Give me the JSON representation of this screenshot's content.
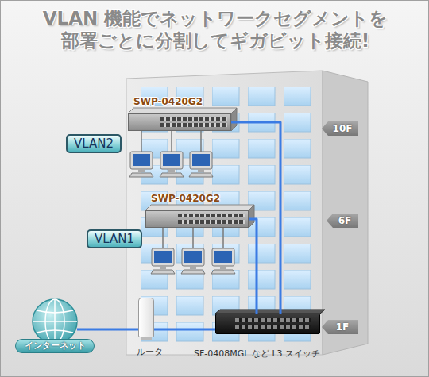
{
  "diagram": {
    "title": "VLAN 機能でネットワークセグメントを 部署ごとに分割してギガビット接続!",
    "nodes": [
      {
        "text": [
          "SWP-0420G2"
        ]
      },
      {
        "text": [
          "VLAN2"
        ]
      },
      {
        "text": [
          "10F"
        ]
      },
      {
        "text": [
          "SWP-0420G2"
        ]
      },
      {
        "text": [
          "VLAN1"
        ]
      },
      {
        "text": [
          "6F"
        ]
      },
      {
        "text": [
          "インターネット"
        ]
      },
      {
        "text": [
          "ルータ"
        ]
      },
      {
        "text": [
          "1F"
        ]
      },
      {
        "text": [
          "SF-0408MGL など L3 スイッチ"
        ]
      }
    ],
    "edges": [
      {
        "from": 6,
        "to": 7,
        "arrow": "none"
      },
      {
        "from": 7,
        "to": 9,
        "arrow": "none"
      },
      {
        "from": 9,
        "to": 0,
        "arrow": "none"
      },
      {
        "from": 9,
        "to": 3,
        "arrow": "none"
      }
    ]
  }
}
